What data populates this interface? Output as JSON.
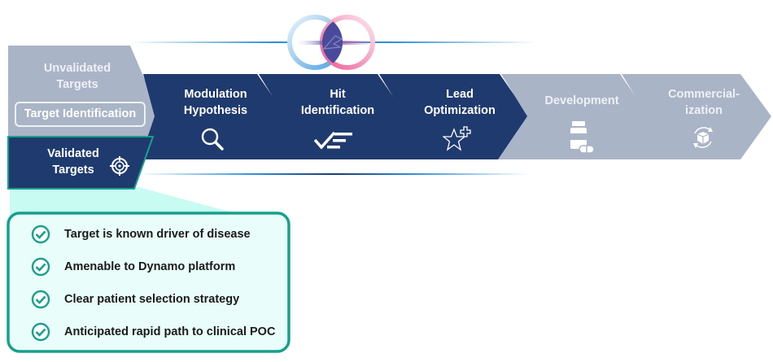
{
  "diagram": {
    "title_logo": "dynamo-venn-logo",
    "colors": {
      "dark_navy": "#1f3a6e",
      "muted_gray": "#aab4c7",
      "teal": "#17a08c",
      "card_bg": "#e9fdfa",
      "callout_bg": "#c8fbf2",
      "line_blue": "#2f8fd6",
      "logo_blue": "#6fb4e6",
      "logo_pink": "#f06aa0",
      "logo_overlap": "#4a4a9c"
    },
    "first_stage": {
      "unvalidated_label_line1": "Unvalidated",
      "unvalidated_label_line2": "Targets",
      "box_label": "Target Identification",
      "validated_label_line1": "Validated",
      "validated_label_line2": "Targets",
      "validated_icon": "target-crosshair-icon"
    },
    "stages": [
      {
        "line1": "Modulation",
        "line2": "Hypothesis",
        "icon": "magnifier-icon",
        "state": "active"
      },
      {
        "line1": "Hit",
        "line2": "Identification",
        "icon": "checklist-icon",
        "state": "active"
      },
      {
        "line1": "Lead",
        "line2": "Optimization",
        "icon": "star-plus-icon",
        "state": "active"
      },
      {
        "line1": "Development",
        "line2": "",
        "icon": "pill-bottle-icon",
        "state": "inactive"
      },
      {
        "line1": "Commercial-",
        "line2": "ization",
        "icon": "recycle-box-icon",
        "state": "inactive"
      }
    ],
    "criteria_card": {
      "items": [
        "Target is known driver of disease",
        "Amenable to Dynamo platform",
        "Clear patient selection strategy",
        "Anticipated rapid path to clinical POC"
      ],
      "item_icon": "check-circle-icon"
    }
  }
}
